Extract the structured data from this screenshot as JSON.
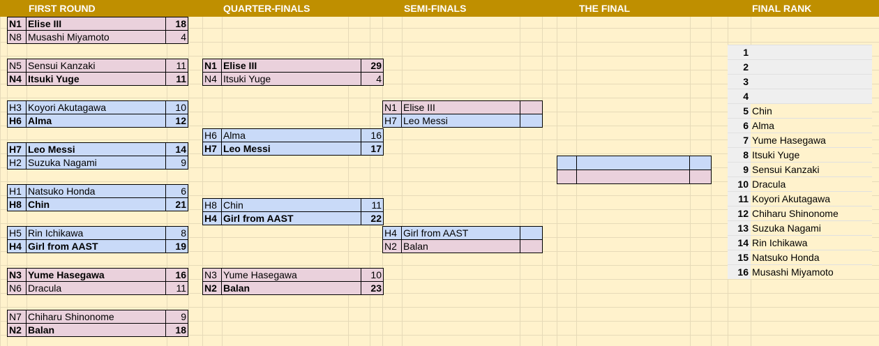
{
  "headers": {
    "first_round": "FIRST ROUND",
    "quarter_finals": "QUARTER-FINALS",
    "semi_finals": "SEMI-FINALS",
    "the_final": "THE FINAL",
    "final_rank": "FINAL RANK"
  },
  "first_round": [
    {
      "rows": [
        {
          "seed": "N1",
          "name": "Elise III",
          "score": "18",
          "winner": true
        },
        {
          "seed": "N8",
          "name": "Musashi Miyamoto",
          "score": "4",
          "winner": false
        }
      ]
    },
    {
      "rows": [
        {
          "seed": "N5",
          "name": "Sensui Kanzaki",
          "score": "11",
          "winner": false
        },
        {
          "seed": "N4",
          "name": "Itsuki Yuge",
          "score": "11",
          "winner": true
        }
      ]
    },
    {
      "rows": [
        {
          "seed": "H3",
          "name": "Koyori Akutagawa",
          "score": "10",
          "winner": false
        },
        {
          "seed": "H6",
          "name": "Alma",
          "score": "12",
          "winner": true
        }
      ]
    },
    {
      "rows": [
        {
          "seed": "H7",
          "name": "Leo Messi",
          "score": "14",
          "winner": true
        },
        {
          "seed": "H2",
          "name": "Suzuka Nagami",
          "score": "9",
          "winner": false
        }
      ]
    },
    {
      "rows": [
        {
          "seed": "H1",
          "name": "Natsuko Honda",
          "score": "6",
          "winner": false
        },
        {
          "seed": "H8",
          "name": "Chin",
          "score": "21",
          "winner": true
        }
      ]
    },
    {
      "rows": [
        {
          "seed": "H5",
          "name": "Rin Ichikawa",
          "score": "8",
          "winner": false
        },
        {
          "seed": "H4",
          "name": "Girl from AAST",
          "score": "19",
          "winner": true
        }
      ]
    },
    {
      "rows": [
        {
          "seed": "N3",
          "name": "Yume Hasegawa",
          "score": "16",
          "winner": true
        },
        {
          "seed": "N6",
          "name": "Dracula",
          "score": "11",
          "winner": false
        }
      ]
    },
    {
      "rows": [
        {
          "seed": "N7",
          "name": "Chiharu Shinonome",
          "score": "9",
          "winner": false
        },
        {
          "seed": "N2",
          "name": "Balan",
          "score": "18",
          "winner": true
        }
      ]
    }
  ],
  "quarter_finals": [
    {
      "rows": [
        {
          "seed": "N1",
          "name": "Elise III",
          "score": "29",
          "winner": true
        },
        {
          "seed": "N4",
          "name": "Itsuki Yuge",
          "score": "4",
          "winner": false
        }
      ]
    },
    {
      "rows": [
        {
          "seed": "H6",
          "name": "Alma",
          "score": "16",
          "winner": false
        },
        {
          "seed": "H7",
          "name": "Leo Messi",
          "score": "17",
          "winner": true
        }
      ]
    },
    {
      "rows": [
        {
          "seed": "H8",
          "name": "Chin",
          "score": "11",
          "winner": false
        },
        {
          "seed": "H4",
          "name": "Girl from AAST",
          "score": "22",
          "winner": true
        }
      ]
    },
    {
      "rows": [
        {
          "seed": "N3",
          "name": "Yume Hasegawa",
          "score": "10",
          "winner": false
        },
        {
          "seed": "N2",
          "name": "Balan",
          "score": "23",
          "winner": true
        }
      ]
    }
  ],
  "semi_finals": [
    {
      "rows": [
        {
          "seed": "N1",
          "name": "Elise III",
          "score": "",
          "winner": false
        },
        {
          "seed": "H7",
          "name": "Leo Messi",
          "score": "",
          "winner": false
        }
      ]
    },
    {
      "rows": [
        {
          "seed": "H4",
          "name": "Girl from AAST",
          "score": "",
          "winner": false
        },
        {
          "seed": "N2",
          "name": "Balan",
          "score": "",
          "winner": false
        }
      ]
    }
  ],
  "final_rank": [
    {
      "rank": "1",
      "name": ""
    },
    {
      "rank": "2",
      "name": ""
    },
    {
      "rank": "3",
      "name": ""
    },
    {
      "rank": "4",
      "name": ""
    },
    {
      "rank": "5",
      "name": "Chin"
    },
    {
      "rank": "6",
      "name": "Alma"
    },
    {
      "rank": "7",
      "name": "Yume Hasegawa"
    },
    {
      "rank": "8",
      "name": "Itsuki Yuge"
    },
    {
      "rank": "9",
      "name": "Sensui Kanzaki"
    },
    {
      "rank": "10",
      "name": "Dracula"
    },
    {
      "rank": "11",
      "name": "Koyori Akutagawa"
    },
    {
      "rank": "12",
      "name": "Chiharu Shinonome"
    },
    {
      "rank": "13",
      "name": "Suzuka Nagami"
    },
    {
      "rank": "14",
      "name": "Rin Ichikawa"
    },
    {
      "rank": "15",
      "name": "Natsuko Honda"
    },
    {
      "rank": "16",
      "name": "Musashi Miyamoto"
    }
  ],
  "colors": {
    "header_bg": "#bf8f00",
    "sheet_bg": "#fff2cc",
    "pink": "#ead1dc",
    "blue": "#c9daf8",
    "rank_bg": "#efefef"
  }
}
